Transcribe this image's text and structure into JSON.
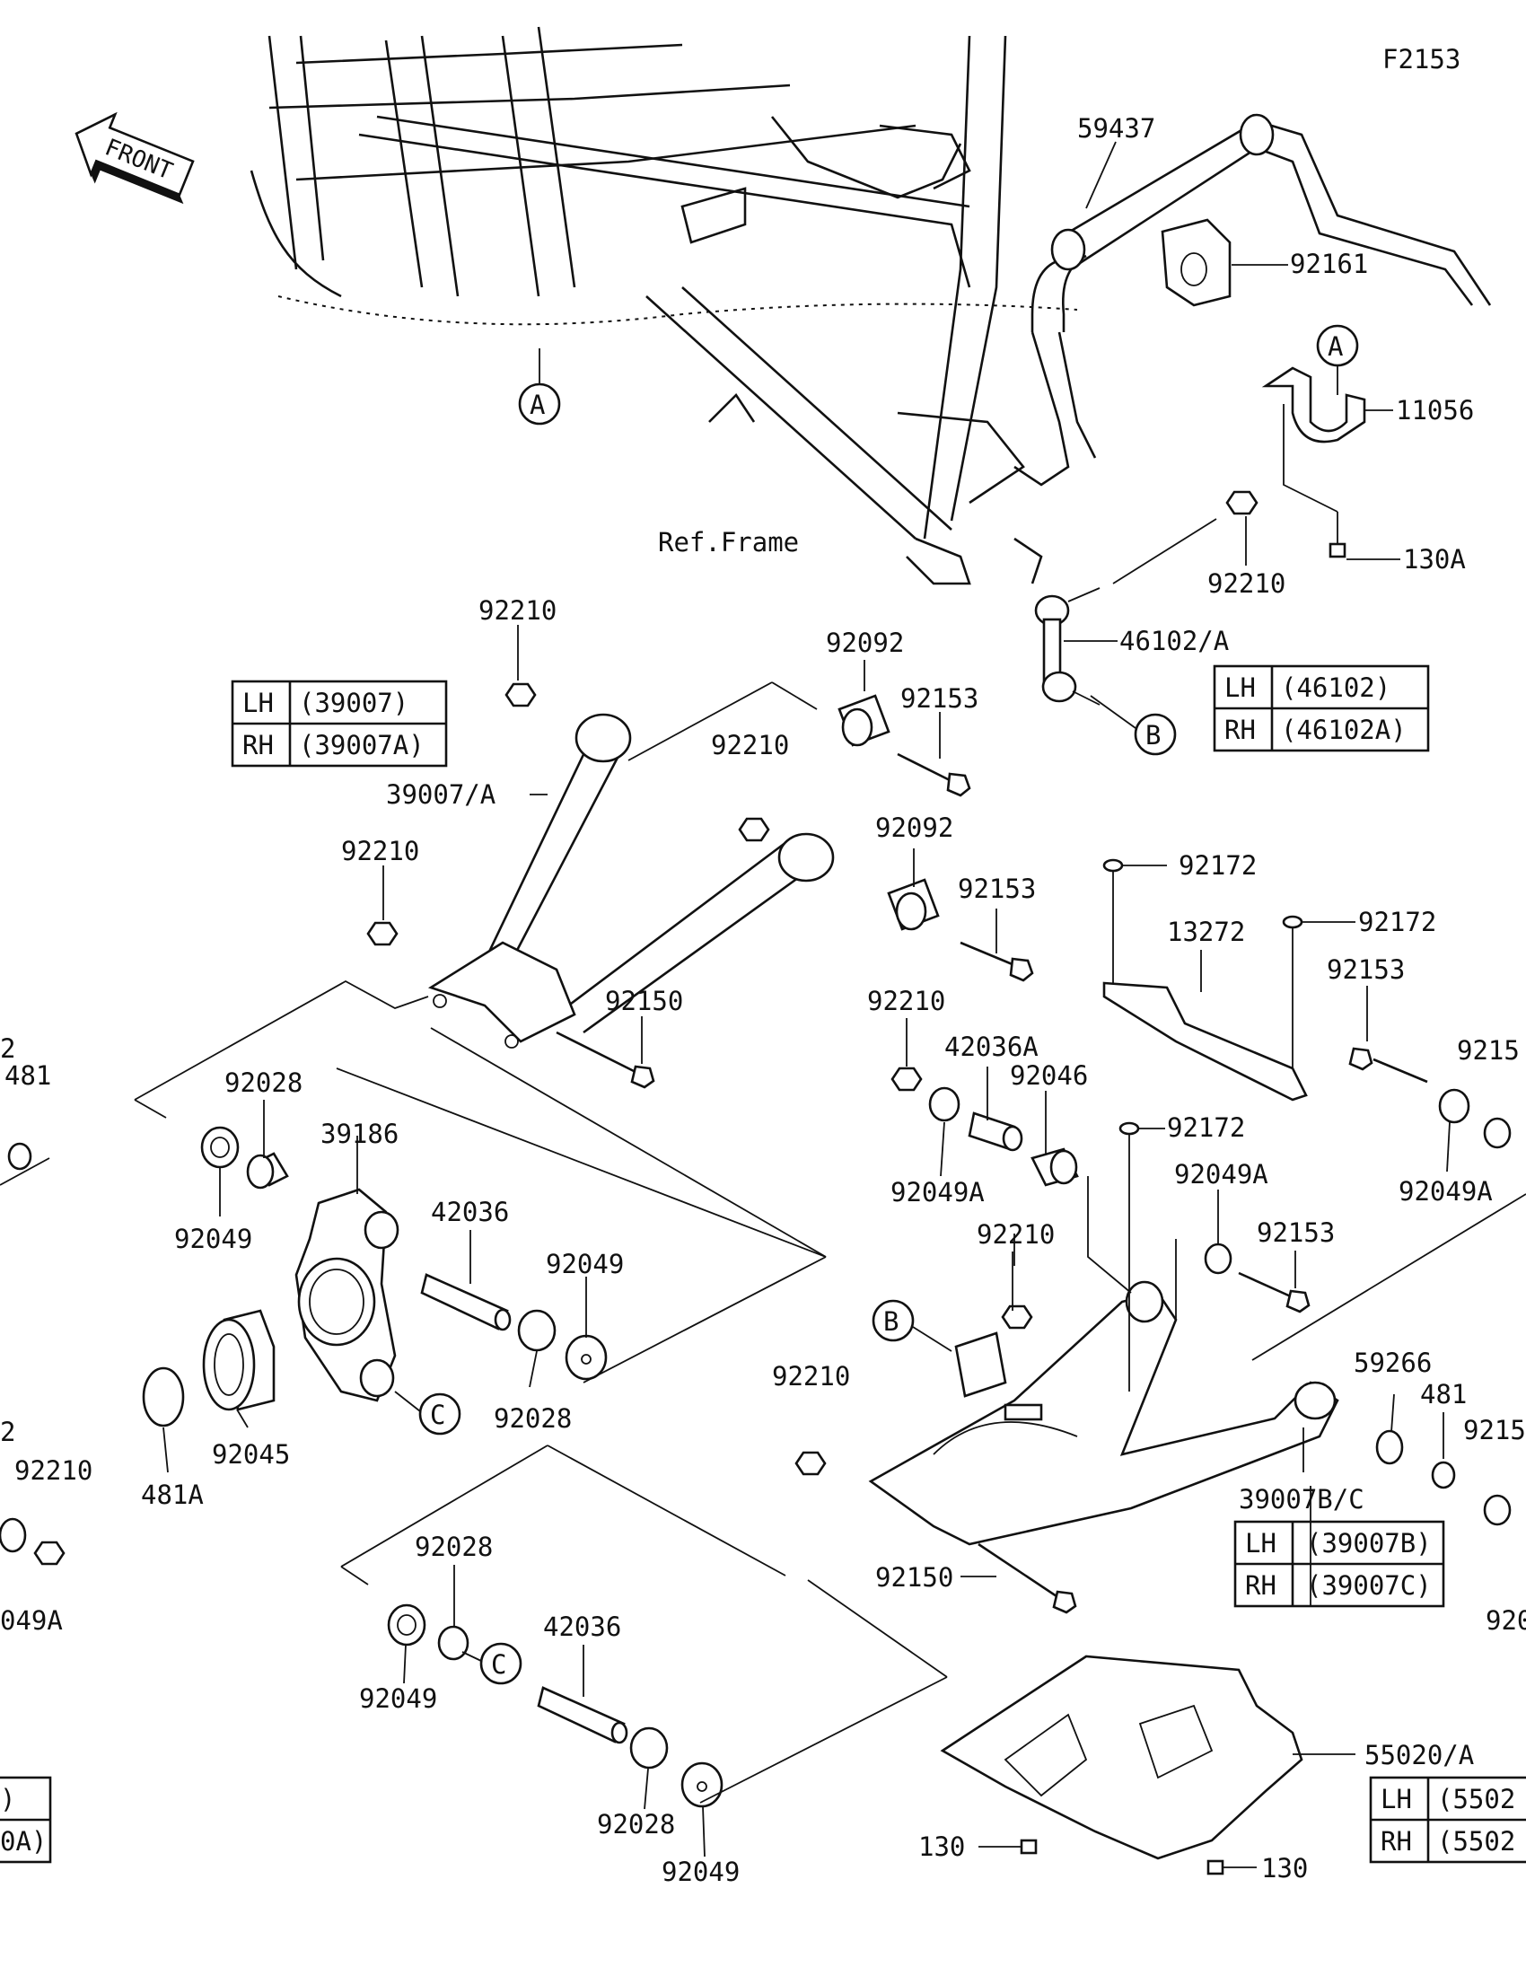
{
  "diagram": {
    "code": "F2153",
    "front_label": "FRONT",
    "ref_frame_label": "Ref.Frame",
    "callouts": [
      {
        "id": "c1",
        "text": "59437"
      },
      {
        "id": "c2",
        "text": "92161"
      },
      {
        "id": "c3",
        "text": "11056"
      },
      {
        "id": "c4",
        "text": "130A"
      },
      {
        "id": "c5",
        "text": "92210"
      },
      {
        "id": "c6",
        "text": "46102/A"
      },
      {
        "id": "c7",
        "text": "92210"
      },
      {
        "id": "c8",
        "text": "92092"
      },
      {
        "id": "c9",
        "text": "92153"
      },
      {
        "id": "c10",
        "text": "92210"
      },
      {
        "id": "c11",
        "text": "39007/A"
      },
      {
        "id": "c12",
        "text": "92092"
      },
      {
        "id": "c13",
        "text": "92210"
      },
      {
        "id": "c14",
        "text": "92153"
      },
      {
        "id": "c15",
        "text": "92172"
      },
      {
        "id": "c16",
        "text": "92172"
      },
      {
        "id": "c17",
        "text": "13272"
      },
      {
        "id": "c18",
        "text": "92153"
      },
      {
        "id": "c19",
        "text": "92150"
      },
      {
        "id": "c20",
        "text": "92210"
      },
      {
        "id": "c21",
        "text": "42036A"
      },
      {
        "id": "c22",
        "text": "92046"
      },
      {
        "id": "c23",
        "text": "9215"
      },
      {
        "id": "c24",
        "text": "92028"
      },
      {
        "id": "c25",
        "text": "39186"
      },
      {
        "id": "c26",
        "text": "92049A"
      },
      {
        "id": "c27",
        "text": "92172"
      },
      {
        "id": "c28",
        "text": "92049A"
      },
      {
        "id": "c29",
        "text": "92049A"
      },
      {
        "id": "c30",
        "text": "42036"
      },
      {
        "id": "c31",
        "text": "92049"
      },
      {
        "id": "c32",
        "text": "92210"
      },
      {
        "id": "c33",
        "text": "92153"
      },
      {
        "id": "c34",
        "text": "92049"
      },
      {
        "id": "c35",
        "text": "2"
      },
      {
        "id": "c36",
        "text": "481"
      },
      {
        "id": "c37",
        "text": "92028"
      },
      {
        "id": "c38",
        "text": "92045"
      },
      {
        "id": "c39",
        "text": "481A"
      },
      {
        "id": "c40",
        "text": "2"
      },
      {
        "id": "c41",
        "text": "92210"
      },
      {
        "id": "c42",
        "text": "049A"
      },
      {
        "id": "c43",
        "text": "92210"
      },
      {
        "id": "c44",
        "text": "59266"
      },
      {
        "id": "c45",
        "text": "481"
      },
      {
        "id": "c46",
        "text": "9215"
      },
      {
        "id": "c47",
        "text": "39007B/C"
      },
      {
        "id": "c48",
        "text": "92150"
      },
      {
        "id": "c49",
        "text": "92028"
      },
      {
        "id": "c50",
        "text": "42036"
      },
      {
        "id": "c51",
        "text": "92049"
      },
      {
        "id": "c52",
        "text": "92028"
      },
      {
        "id": "c53",
        "text": "92049"
      },
      {
        "id": "c54",
        "text": "55020/A"
      },
      {
        "id": "c55",
        "text": "130"
      },
      {
        "id": "c56",
        "text": "130"
      },
      {
        "id": "c57",
        "text": "920"
      }
    ],
    "ref_markers": [
      {
        "id": "m1",
        "letter": "A"
      },
      {
        "id": "m2",
        "letter": "A"
      },
      {
        "id": "m3",
        "letter": "B"
      },
      {
        "id": "m4",
        "letter": "B"
      },
      {
        "id": "m5",
        "letter": "C"
      },
      {
        "id": "m6",
        "letter": "C"
      }
    ],
    "tables": [
      {
        "id": "t1",
        "rows": [
          [
            "LH",
            "(39007)"
          ],
          [
            "RH",
            "(39007A)"
          ]
        ]
      },
      {
        "id": "t2",
        "rows": [
          [
            "LH",
            "(46102)"
          ],
          [
            "RH",
            "(46102A)"
          ]
        ]
      },
      {
        "id": "t3",
        "rows": [
          [
            "LH",
            "(39007B)"
          ],
          [
            "RH",
            "(39007C)"
          ]
        ]
      },
      {
        "id": "t4",
        "rows": [
          [
            "LH",
            "(5502"
          ],
          [
            "RH",
            "(5502"
          ]
        ]
      },
      {
        "id": "t5",
        "rows": [
          [
            ")"
          ],
          [
            "0A)"
          ]
        ]
      }
    ]
  }
}
